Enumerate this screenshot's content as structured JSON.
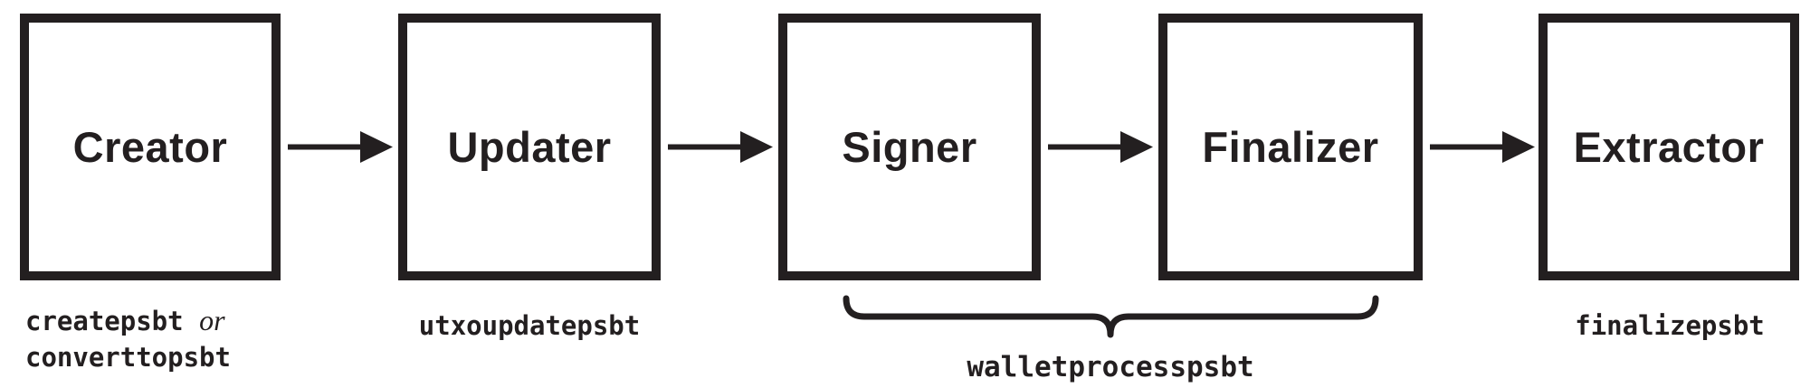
{
  "diagram": {
    "boxes": [
      {
        "label": "Creator"
      },
      {
        "label": "Updater"
      },
      {
        "label": "Signer"
      },
      {
        "label": "Finalizer"
      },
      {
        "label": "Extractor"
      }
    ],
    "captions": {
      "creator_code1": "createpsbt",
      "creator_conjunction": "or",
      "creator_code2": "converttopsbt",
      "updater": "utxoupdatepsbt",
      "signer_finalizer_group": "walletprocesspsbt",
      "extractor": "finalizepsbt"
    },
    "colors": {
      "ink": "#231f20",
      "background": "#ffffff"
    }
  }
}
